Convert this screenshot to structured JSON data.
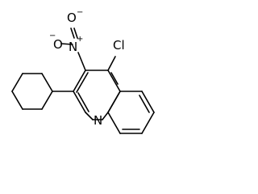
{
  "molecule": {
    "atoms": {
      "oxygen": "O",
      "oxygen_charge": "−",
      "nitrogen_nitro": "N",
      "nitrogen_charge": "+",
      "chlorine": "Cl",
      "nitrogen_ring": "N"
    }
  }
}
